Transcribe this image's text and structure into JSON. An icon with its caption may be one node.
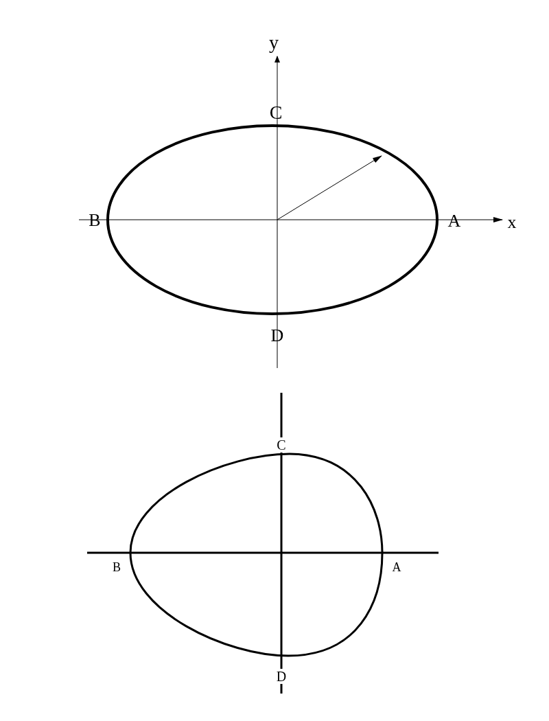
{
  "diagram": {
    "labels": [
      "y",
      "C",
      "B",
      "A",
      "x",
      "D",
      "C",
      "B",
      "A",
      "D"
    ]
  }
}
